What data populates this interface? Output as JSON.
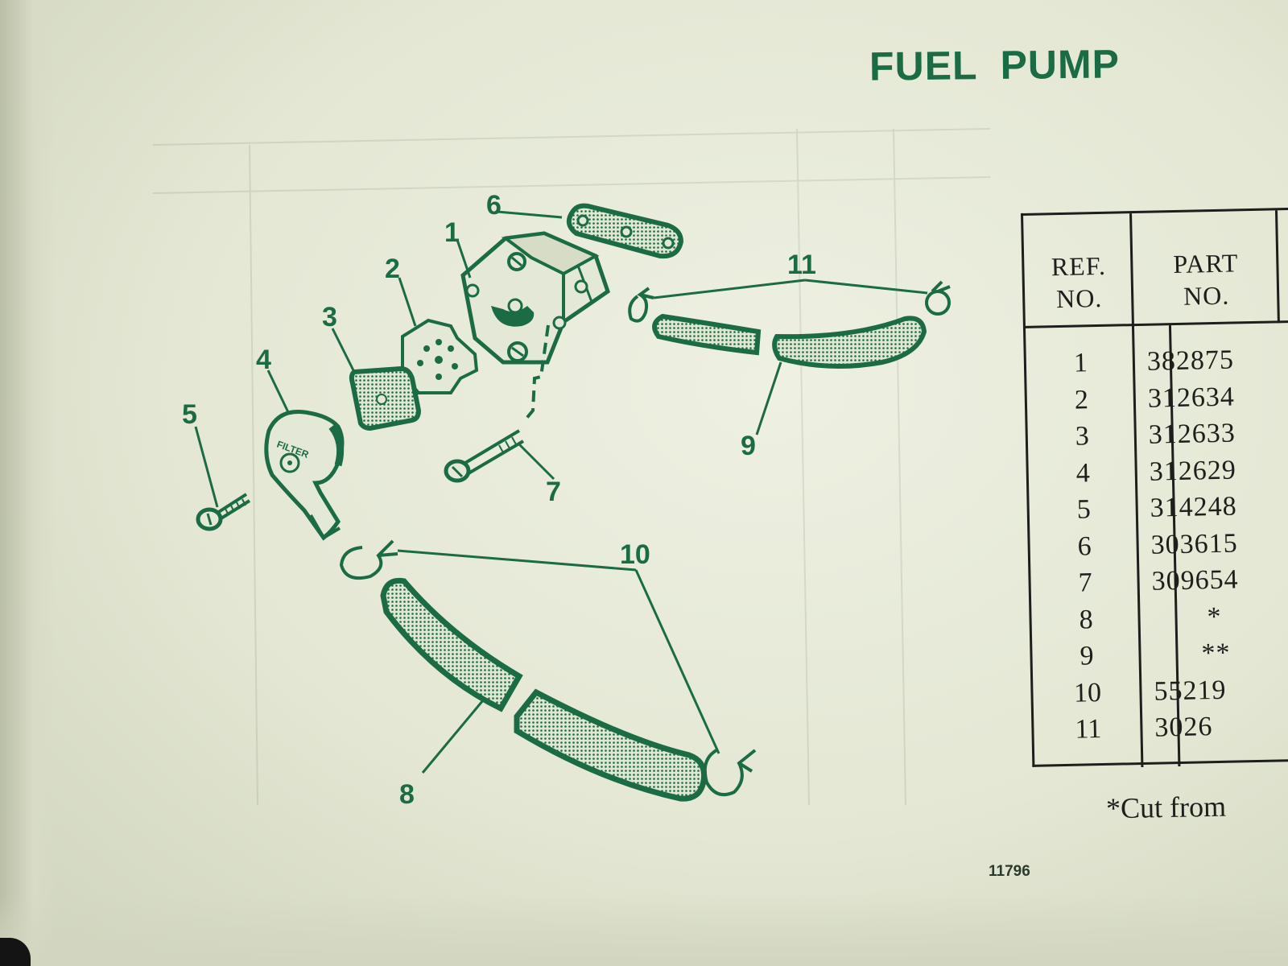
{
  "page": {
    "title": "FUEL PUMP",
    "figure_number": "11796",
    "footnote": "*Cut from"
  },
  "colors": {
    "ink_green": "#1b6b45",
    "paper": "#e4e8d6",
    "table_ink": "#1c1f1b"
  },
  "diagram": {
    "callouts": [
      "1",
      "2",
      "3",
      "4",
      "5",
      "6",
      "7",
      "8",
      "9",
      "10",
      "11"
    ],
    "filter_label": "FILTER"
  },
  "parts_table": {
    "headers": {
      "ref_line1": "REF.",
      "ref_line2": "NO.",
      "part_line1": "PART",
      "part_line2": "NO."
    },
    "rows": [
      {
        "ref": "1",
        "part": "382875"
      },
      {
        "ref": "2",
        "part": "312634"
      },
      {
        "ref": "3",
        "part": "312633"
      },
      {
        "ref": "4",
        "part": "312629"
      },
      {
        "ref": "5",
        "part": "314248"
      },
      {
        "ref": "6",
        "part": "303615"
      },
      {
        "ref": "7",
        "part": "309654"
      },
      {
        "ref": "8",
        "part": "*"
      },
      {
        "ref": "9",
        "part": "**"
      },
      {
        "ref": "10",
        "part": "55219"
      },
      {
        "ref": "11",
        "part": "3026"
      }
    ]
  }
}
